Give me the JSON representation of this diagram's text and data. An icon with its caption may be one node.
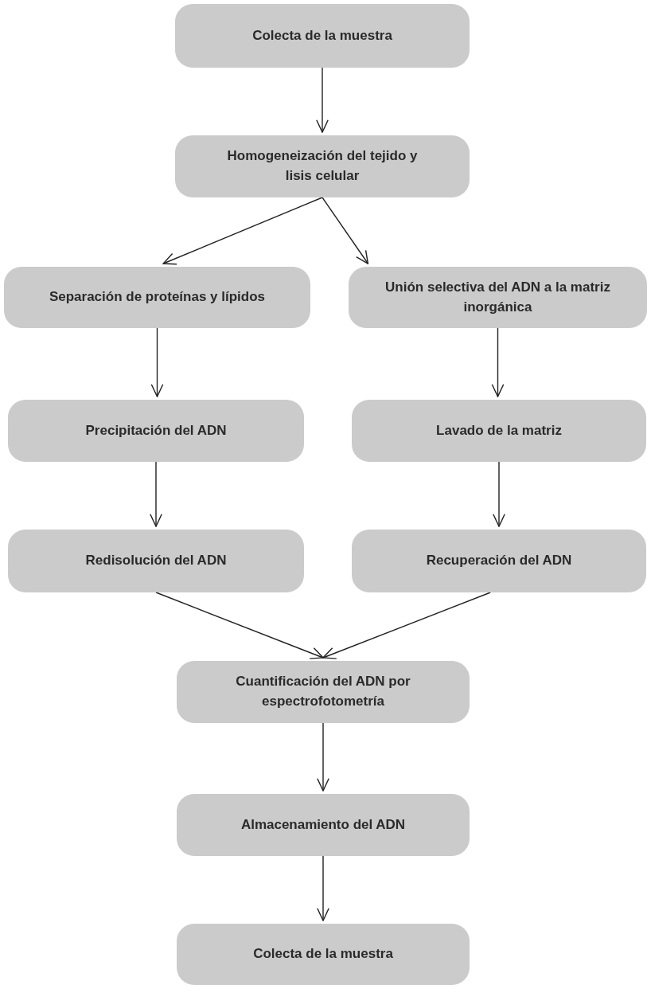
{
  "diagram": {
    "nodes": [
      {
        "text": [
          "Colecta de la muestra"
        ]
      },
      {
        "text": [
          "Homogeneización del tejido y lisis celular"
        ]
      },
      {
        "text": [
          "Separación de proteínas y lípidos"
        ]
      },
      {
        "text": [
          "Unión selectiva del ADN a la matriz inorgánica"
        ]
      },
      {
        "text": [
          "Precipitación del ADN"
        ]
      },
      {
        "text": [
          "Lavado de la matriz"
        ]
      },
      {
        "text": [
          "Redisolución del ADN"
        ]
      },
      {
        "text": [
          "Recuperación del ADN"
        ]
      },
      {
        "text": [
          "Cuantificación del ADN por espectrofotometría"
        ]
      },
      {
        "text": [
          "Almacenamiento del ADN"
        ]
      },
      {
        "text": [
          "Colecta de la muestra"
        ]
      }
    ],
    "edges": [
      {
        "from": 0,
        "to": 1,
        "arrow": "to"
      },
      {
        "from": 1,
        "to": 2,
        "arrow": "to"
      },
      {
        "from": 1,
        "to": 3,
        "arrow": "to"
      },
      {
        "from": 2,
        "to": 4,
        "arrow": "to"
      },
      {
        "from": 3,
        "to": 5,
        "arrow": "to"
      },
      {
        "from": 4,
        "to": 6,
        "arrow": "to"
      },
      {
        "from": 5,
        "to": 7,
        "arrow": "to"
      },
      {
        "from": 6,
        "to": 8,
        "arrow": "to"
      },
      {
        "from": 7,
        "to": 8,
        "arrow": "to"
      },
      {
        "from": 8,
        "to": 9,
        "arrow": "to"
      },
      {
        "from": 9,
        "to": 10,
        "arrow": "to"
      }
    ]
  }
}
